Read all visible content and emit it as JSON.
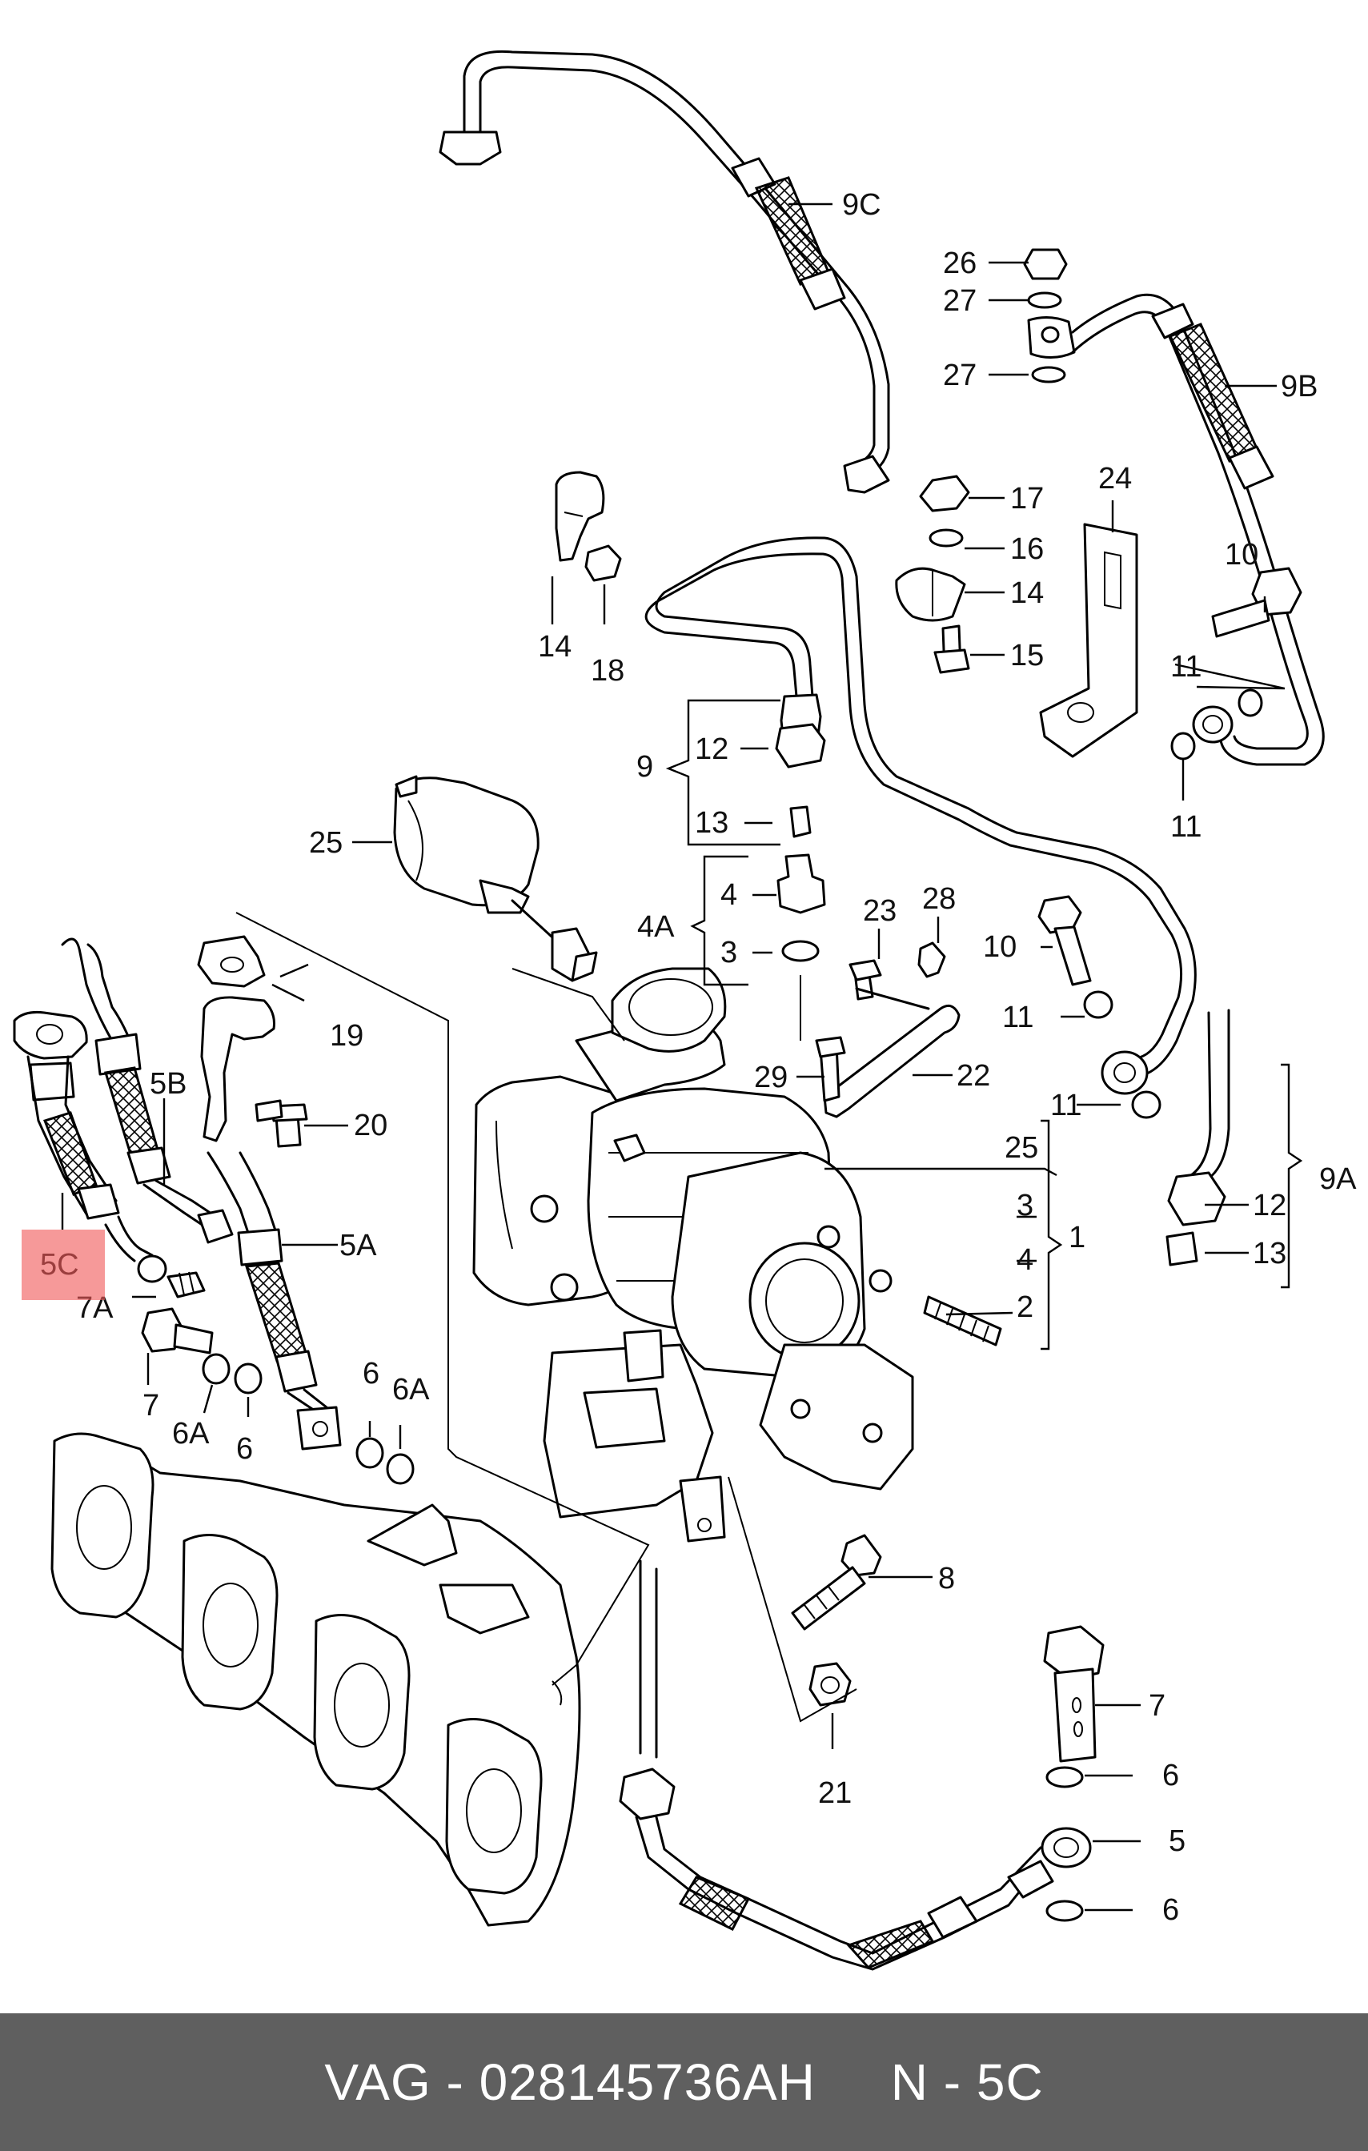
{
  "diagram": {
    "labels": [
      {
        "id": "l-9C",
        "text": "9C"
      },
      {
        "id": "l-26",
        "text": "26"
      },
      {
        "id": "l-27a",
        "text": "27"
      },
      {
        "id": "l-27b",
        "text": "27"
      },
      {
        "id": "l-9B",
        "text": "9B"
      },
      {
        "id": "l-24",
        "text": "24"
      },
      {
        "id": "l-17",
        "text": "17"
      },
      {
        "id": "l-16",
        "text": "16"
      },
      {
        "id": "l-14a",
        "text": "14"
      },
      {
        "id": "l-15",
        "text": "15"
      },
      {
        "id": "l-10a",
        "text": "10"
      },
      {
        "id": "l-14b",
        "text": "14"
      },
      {
        "id": "l-18",
        "text": "18"
      },
      {
        "id": "l-11a",
        "text": "11"
      },
      {
        "id": "l-11b",
        "text": "11"
      },
      {
        "id": "l-9",
        "text": "9"
      },
      {
        "id": "l-12a",
        "text": "12"
      },
      {
        "id": "l-13a",
        "text": "13"
      },
      {
        "id": "l-25a",
        "text": "25"
      },
      {
        "id": "l-4",
        "text": "4"
      },
      {
        "id": "l-4A",
        "text": "4A"
      },
      {
        "id": "l-3",
        "text": "3"
      },
      {
        "id": "l-23",
        "text": "23"
      },
      {
        "id": "l-28",
        "text": "28"
      },
      {
        "id": "l-10b",
        "text": "10"
      },
      {
        "id": "l-11c",
        "text": "11"
      },
      {
        "id": "l-19",
        "text": "19"
      },
      {
        "id": "l-5B",
        "text": "5B"
      },
      {
        "id": "l-29",
        "text": "29"
      },
      {
        "id": "l-22",
        "text": "22"
      },
      {
        "id": "l-11d",
        "text": "11"
      },
      {
        "id": "l-20",
        "text": "20"
      },
      {
        "id": "l-25b",
        "text": "25"
      },
      {
        "id": "l-9A",
        "text": "9A"
      },
      {
        "id": "l-3b",
        "text": "3"
      },
      {
        "id": "l-1",
        "text": "1"
      },
      {
        "id": "l-12b",
        "text": "12"
      },
      {
        "id": "l-5C",
        "text": "5C"
      },
      {
        "id": "l-5A",
        "text": "5A"
      },
      {
        "id": "l-4b",
        "text": "4"
      },
      {
        "id": "l-13b",
        "text": "13"
      },
      {
        "id": "l-7A",
        "text": "7A"
      },
      {
        "id": "l-2",
        "text": "2"
      },
      {
        "id": "l-6a",
        "text": "6"
      },
      {
        "id": "l-6Aa",
        "text": "6A"
      },
      {
        "id": "l-7a",
        "text": "7"
      },
      {
        "id": "l-6Ab",
        "text": "6A"
      },
      {
        "id": "l-6b",
        "text": "6"
      },
      {
        "id": "l-8",
        "text": "8"
      },
      {
        "id": "l-7b",
        "text": "7"
      },
      {
        "id": "l-6c",
        "text": "6"
      },
      {
        "id": "l-21",
        "text": "21"
      },
      {
        "id": "l-5",
        "text": "5"
      },
      {
        "id": "l-6d",
        "text": "6"
      }
    ]
  },
  "highlight": {
    "label": "5C",
    "color": "#f05a5a"
  },
  "footer": {
    "text": "VAG - 028145736AH     N - 5C",
    "background": "#5f5f5f",
    "color": "#ffffff"
  }
}
